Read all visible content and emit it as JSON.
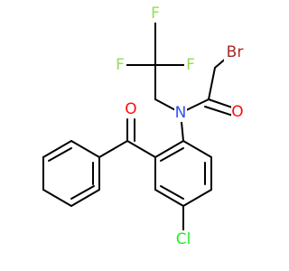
{
  "molecule": {
    "atoms": {
      "br": {
        "label": "Br",
        "color": "#a62929"
      },
      "o_amide": {
        "label": "O",
        "color": "#ff0d0d"
      },
      "o_ketone": {
        "label": "O",
        "color": "#ff0d0d"
      },
      "n": {
        "label": "N",
        "color": "#3050f8"
      },
      "f1": {
        "label": "F",
        "color": "#90e050"
      },
      "f2": {
        "label": "F",
        "color": "#90e050"
      },
      "f3": {
        "label": "F",
        "color": "#90e050"
      },
      "cl": {
        "label": "Cl",
        "color": "#1ff01f"
      }
    },
    "bond_color": "#000000",
    "background": "#ffffff"
  }
}
